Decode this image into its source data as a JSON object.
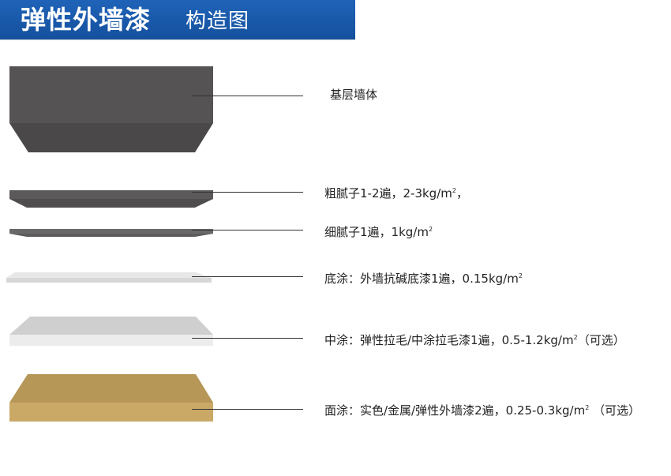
{
  "header": {
    "title_main": "弹性外墙漆",
    "title_sub": "构造图",
    "bg_color": "#1b5aa9"
  },
  "layers": [
    {
      "id": "base-wall",
      "label": "基层墙体",
      "suffix": "",
      "color": "#4f4d4d"
    },
    {
      "id": "coarse-putty",
      "label": "粗腻子1-2遍，2-3kg/m",
      "suffix": "，",
      "color": "#5a5858"
    },
    {
      "id": "fine-putty",
      "label": "细腻子1遍，1kg/m",
      "suffix": "",
      "color": "#626161"
    },
    {
      "id": "primer",
      "label": "底涂：外墙抗碱底漆1遍，0.15kg/m",
      "suffix": "",
      "color": "#dcdcdc"
    },
    {
      "id": "mid-coat",
      "label": "中涂：弹性拉毛/中涂拉毛漆1遍，0.5-1.2kg/m",
      "suffix": "（可选）",
      "color": "#d2d2d2"
    },
    {
      "id": "top-coat",
      "label": "面涂：实色/金属/弹性外墙漆2遍，0.25-0.3kg/m",
      "suffix": " （可选）",
      "color": "#b79a5d"
    }
  ],
  "superscript": "2"
}
